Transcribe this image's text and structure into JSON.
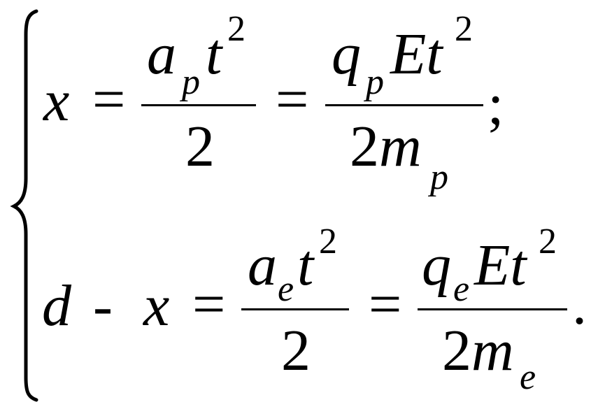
{
  "system": {
    "eq1": {
      "lhs": "x",
      "eq_a": "=",
      "f1_num_a": "a",
      "f1_num_a_sub": "p",
      "f1_num_t": "t",
      "f1_num_t_sup": "2",
      "f1_den": "2",
      "eq_b": "=",
      "f2_num_q": "q",
      "f2_num_q_sub": "p",
      "f2_num_Et": "Et",
      "f2_num_t_sup": "2",
      "f2_den_2m": "2m",
      "f2_den_m_sub": "p",
      "end": ";"
    },
    "eq2": {
      "lhs_d": "d",
      "lhs_minus": "-",
      "lhs_x": "x",
      "eq_a": "=",
      "f1_num_a": "a",
      "f1_num_a_sub": "e",
      "f1_num_t": "t",
      "f1_num_t_sup": "2",
      "f1_den": "2",
      "eq_b": "=",
      "f2_num_q": "q",
      "f2_num_q_sub": "e",
      "f2_num_Et": "Et",
      "f2_num_t_sup": "2",
      "f2_den_2m": "2m",
      "f2_den_m_sub": "e",
      "end": "."
    }
  }
}
